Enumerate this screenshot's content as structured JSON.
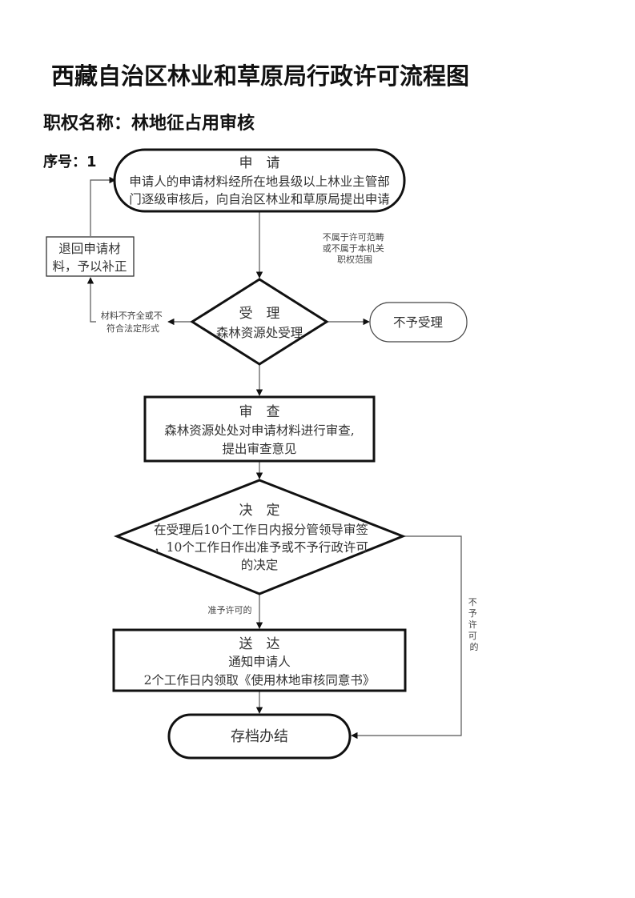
{
  "header": {
    "title": "西藏自治区林业和草原局行政许可流程图",
    "authority_name": "职权名称：林地征占用审核",
    "serial": "序号：1"
  },
  "nodes": {
    "apply": {
      "title": "申　请",
      "lines": [
        "申请人的申请材料经所在地县级以上林业主管部",
        "门逐级审核后，向自治区林业和草原局提出申请"
      ]
    },
    "return_materials": {
      "lines": [
        "退回申请材",
        "料，予以补正"
      ]
    },
    "accept": {
      "title": "受　理",
      "lines": [
        "森林资源处受理"
      ]
    },
    "not_accepted": {
      "lines": [
        "不予受理"
      ]
    },
    "review": {
      "title": "审　查",
      "lines": [
        "森林资源处处对申请材料进行审查,",
        "提出审查意见"
      ]
    },
    "decision": {
      "title": "决　定",
      "lines": [
        "在受理后10个工作日内报分管领导审签",
        "，10个工作日作出准予或不予行政许可",
        "的决定"
      ]
    },
    "delivery": {
      "title": "送　达",
      "lines": [
        "通知申请人",
        "2个工作日内领取《使用林地审核同意书》"
      ]
    },
    "archive": {
      "lines": [
        "存档办结"
      ]
    }
  },
  "edge_labels": {
    "not_in_scope": [
      "不属于许可范畴",
      "或不属于本机关",
      "职权范围"
    ],
    "incomplete_materials": [
      "材料不齐全或不",
      "符合法定形式"
    ],
    "permitted": "准予许可的",
    "not_permitted": [
      "不",
      "予",
      "许",
      "可",
      "的"
    ]
  }
}
